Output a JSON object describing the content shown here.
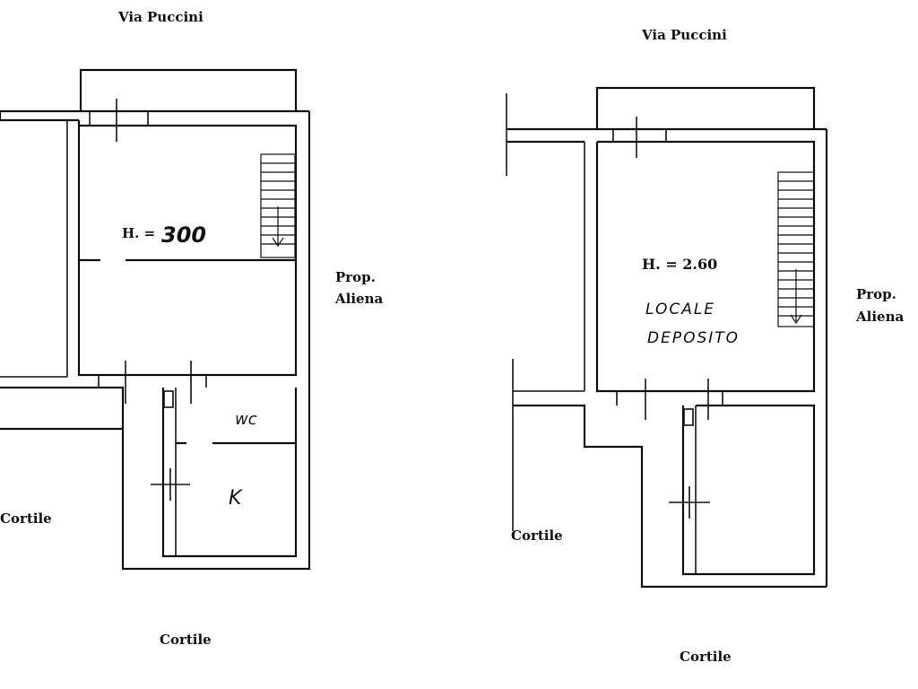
{
  "left_plan": {
    "street_label": "Via Puccini",
    "height_label": "H. =",
    "height_value": "300",
    "neighbor_label_line1": "Prop.",
    "neighbor_label_line2": "Aliena",
    "courtyard_left": "Cortile",
    "courtyard_bottom": "Cortile",
    "room_wc": "wc",
    "room_k": "K"
  },
  "right_plan": {
    "street_label": "Via Puccini",
    "height_label": "H. = 2.60",
    "room_name_line1": "LOCALE",
    "room_name_line2": "DEPOSITO",
    "neighbor_label_line1": "Prop.",
    "neighbor_label_line2": "Aliena",
    "courtyard_left": "Cortile",
    "courtyard_bottom": "Cortile"
  }
}
